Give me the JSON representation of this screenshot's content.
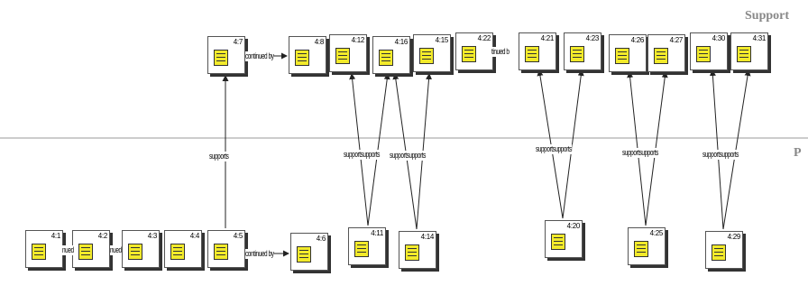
{
  "regions": {
    "top_label": "Support",
    "bottom_label": "P"
  },
  "nodes": [
    {
      "key": "n7",
      "label": "4:7"
    },
    {
      "key": "n8",
      "label": "4:8"
    },
    {
      "key": "n12",
      "label": "4:12"
    },
    {
      "key": "n16",
      "label": "4:16"
    },
    {
      "key": "n15",
      "label": "4:15"
    },
    {
      "key": "n22",
      "label": "4:22"
    },
    {
      "key": "n21",
      "label": "4:21"
    },
    {
      "key": "n23",
      "label": "4:23"
    },
    {
      "key": "n26",
      "label": "4:26"
    },
    {
      "key": "n27",
      "label": "4:27"
    },
    {
      "key": "n30",
      "label": "4:30"
    },
    {
      "key": "n31",
      "label": "4:31"
    },
    {
      "key": "n1",
      "label": "4:1"
    },
    {
      "key": "n2",
      "label": "4:2"
    },
    {
      "key": "n3",
      "label": "4:3"
    },
    {
      "key": "n4",
      "label": "4:4"
    },
    {
      "key": "n5",
      "label": "4:5"
    },
    {
      "key": "n6",
      "label": "4:6"
    },
    {
      "key": "n11",
      "label": "4:11"
    },
    {
      "key": "n14",
      "label": "4:14"
    },
    {
      "key": "n20",
      "label": "4:20"
    },
    {
      "key": "n25",
      "label": "4:25"
    },
    {
      "key": "n29",
      "label": "4:29"
    }
  ],
  "edge_labels": {
    "continued_by_top": "continued by",
    "continued_by_bottom": "continued by",
    "continued_partial_1": "tinued b",
    "continued_partial_2": "nued",
    "continued_partial_3": "nued",
    "supports": "supports",
    "supports_pair_1": "supportsupports",
    "supports_pair_2": "supportsupports",
    "supports_pair_3": "supportsupports",
    "supports_pair_4": "supportsupports",
    "supports_pair_5": "supportsupports"
  }
}
